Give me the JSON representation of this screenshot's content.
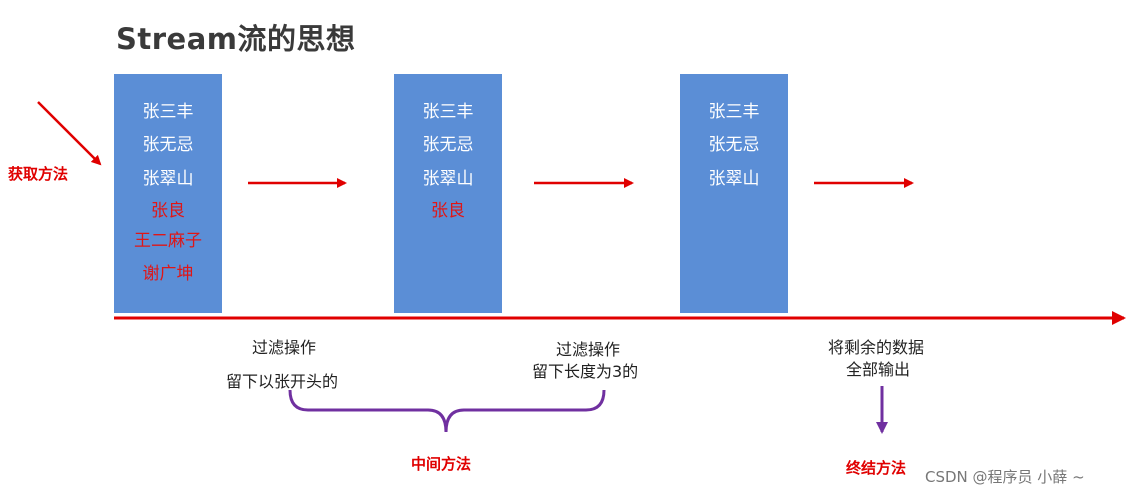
{
  "title": "Stream流的思想",
  "colors": {
    "box": "#5b8ed6",
    "arrow": "#e00000",
    "brace": "#7030a0",
    "highlight_text": "#e01616"
  },
  "boxes": [
    {
      "items": [
        {
          "text": "张三丰",
          "highlight": false
        },
        {
          "text": "张无忌",
          "highlight": false
        },
        {
          "text": "张翠山",
          "highlight": false
        },
        {
          "text": "张良",
          "highlight": true
        },
        {
          "text": "王二麻子",
          "highlight": true
        },
        {
          "text": "谢广坤",
          "highlight": true
        }
      ]
    },
    {
      "items": [
        {
          "text": "张三丰",
          "highlight": false
        },
        {
          "text": "张无忌",
          "highlight": false
        },
        {
          "text": "张翠山",
          "highlight": false
        },
        {
          "text": "张良",
          "highlight": true
        }
      ]
    },
    {
      "items": [
        {
          "text": "张三丰",
          "highlight": false
        },
        {
          "text": "张无忌",
          "highlight": false
        },
        {
          "text": "张翠山",
          "highlight": false
        }
      ]
    }
  ],
  "labels": {
    "get_method": "获取方法",
    "filter1_line1": "过滤操作",
    "filter1_line2": "留下以张开头的",
    "filter2_line1": "过滤操作",
    "filter2_line2": "留下长度为3的",
    "output_line1": "将剩余的数据",
    "output_line2": "全部输出",
    "middle_method": "中间方法",
    "terminal_method": "终结方法"
  },
  "watermark": "CSDN @程序员 小薛 ~"
}
